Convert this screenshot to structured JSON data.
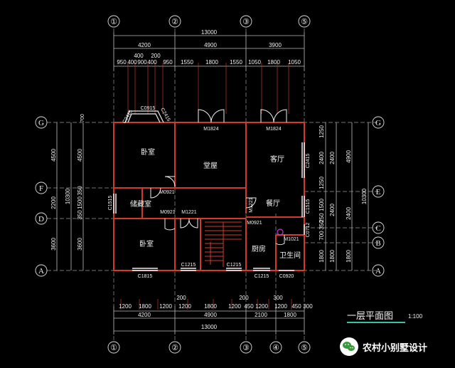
{
  "drawing": {
    "caption": "一层平面图",
    "scale": "1:100",
    "watermark": "农村小别墅设计",
    "grid_top": [
      "①",
      "②",
      "③",
      "⑤"
    ],
    "grid_bottom": [
      "①",
      "②",
      "③",
      "④",
      "⑤"
    ],
    "grid_left": [
      "G",
      "F",
      "D",
      "A"
    ],
    "grid_right": [
      "G",
      "E",
      "C",
      "B",
      "A"
    ],
    "top_total": "13000",
    "top_bays": [
      "4200",
      "4900",
      "3900"
    ],
    "top_sub": [
      "950",
      "400",
      "900",
      "400",
      "950",
      "1550",
      "1800",
      "1550",
      "1050",
      "1800",
      "1050"
    ],
    "top_small": [
      "400",
      "200"
    ],
    "bottom_sub": [
      "1200",
      "1800",
      "1200",
      "1200",
      "1800",
      "1200",
      "450",
      "1200",
      "1200",
      "450"
    ],
    "bottom_bays": [
      "4200",
      "4900",
      "2100",
      "1800"
    ],
    "bottom_total": "13000",
    "bottom_small": [
      "200",
      "200",
      "300",
      "300"
    ],
    "left_outer": [
      "4500",
      "2200",
      "3600"
    ],
    "left_inner": [
      "4500",
      "350",
      "1500",
      "350",
      "3600"
    ],
    "left_total": "10300",
    "right_total": "10300",
    "right_outer": [
      "4900",
      "2400",
      "1800"
    ],
    "right_inner": [
      "1250",
      "2400",
      "1250",
      "1500",
      "2400",
      "700",
      "1800"
    ],
    "right_small": [
      "250",
      "350"
    ],
    "rooms": {
      "bedroom_top": "卧室",
      "hall": "堂屋",
      "living": "客厅",
      "storage": "储藏室",
      "dining": "餐厅",
      "bedroom_bottom": "卧室",
      "kitchen": "厨房",
      "bathroom": "卫生间"
    },
    "tags": [
      "C0915",
      "C2415",
      "C2415",
      "M1824",
      "M1824",
      "C2415",
      "M0921",
      "M0921",
      "M1221",
      "M1221",
      "C1515",
      "C1515",
      "M0921",
      "M1021",
      "C0712",
      "C1815",
      "C1215",
      "C1215",
      "C1215",
      "C0920",
      "700"
    ]
  }
}
